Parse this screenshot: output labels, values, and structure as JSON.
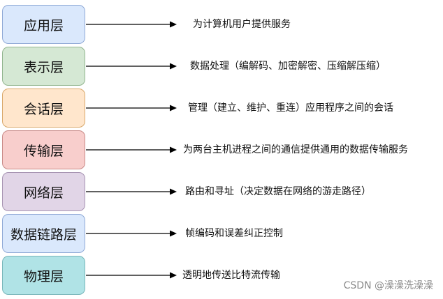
{
  "layers": [
    {
      "name": "应用层",
      "description": "为计算机用户提供服务",
      "color": "#dae8fc",
      "border": "#8fa9d6"
    },
    {
      "name": "表示层",
      "description": "数据处理（编解码、加密解密、压缩解压缩）",
      "color": "#d5e8d4",
      "border": "#92b58f"
    },
    {
      "name": "会话层",
      "description": "管理（建立、维护、重连）应用程序之间的会话",
      "color": "#ffe6cc",
      "border": "#d9a86a"
    },
    {
      "name": "传输层",
      "description": "为两台主机进程之间的通信提供通用的数据传输服务",
      "color": "#f8cecc",
      "border": "#c98b88"
    },
    {
      "name": "网络层",
      "description": "路由和寻址（决定数据在网络的游走路径）",
      "color": "#e1d5e7",
      "border": "#a895b3"
    },
    {
      "name": "数据链路层",
      "description": "帧编码和误差纠正控制",
      "color": "#dae8fc",
      "border": "#8fa9d6"
    },
    {
      "name": "物理层",
      "description": "透明地传送比特流传输",
      "color": "#b0e3e6",
      "border": "#78b6ba"
    }
  ],
  "watermark": "CSDN @澡澡洗澡澡"
}
